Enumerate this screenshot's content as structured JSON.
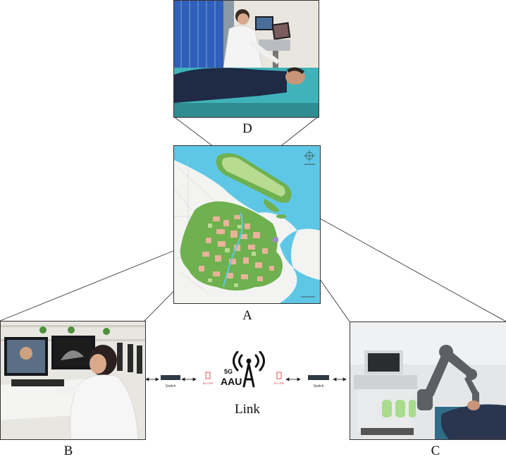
{
  "labels": {
    "panel_a": "A",
    "panel_b": "B",
    "panel_c": "C",
    "panel_d": "D",
    "link": "Link"
  },
  "network": {
    "switch_left": "Switch",
    "switch_right": "Switch",
    "cpe_left": "5G CPE",
    "cpe_right": "5G CPE",
    "antenna_top": "5G",
    "antenna_bottom": "AAU"
  },
  "colors": {
    "water": "#5ec7e6",
    "land": "#6fb04f",
    "land_light": "#b7dc8f",
    "urban": "#e8b39a",
    "accent_red": "#d42a2a"
  }
}
